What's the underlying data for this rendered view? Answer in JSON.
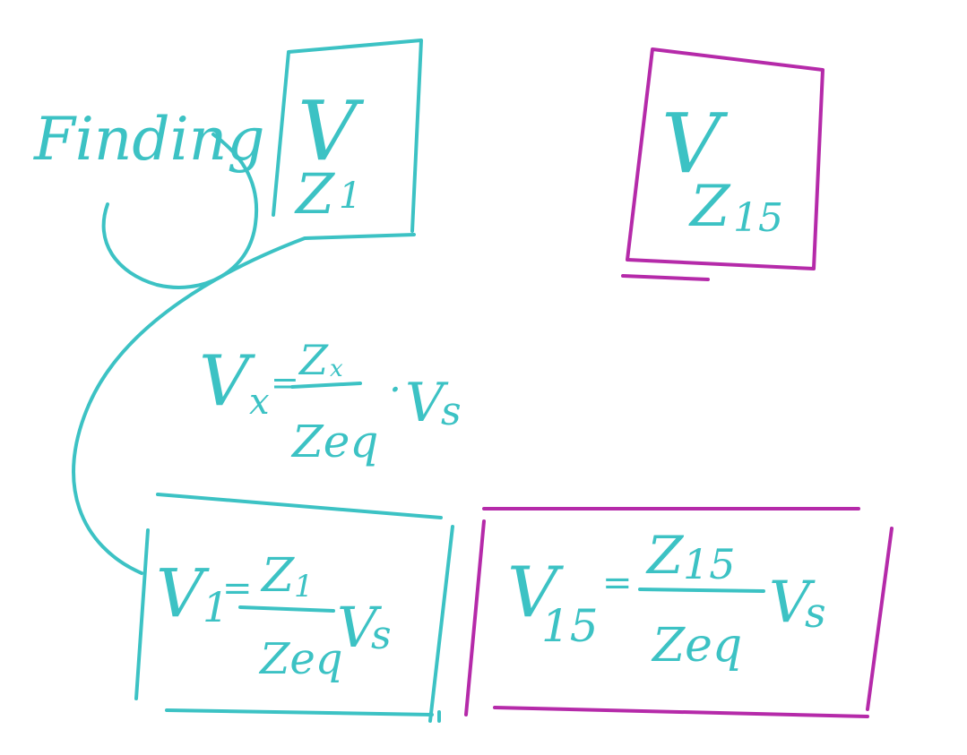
{
  "colors": {
    "teal": "#3cc2c4",
    "magenta": "#b52aa9",
    "background": "#ffffff"
  },
  "heading": {
    "text": "Finding"
  },
  "box_v_z1": {
    "v": "V",
    "sub": "Z",
    "subsub": "1"
  },
  "box_v_z15": {
    "v": "V",
    "sub": "Z",
    "subsub": "15"
  },
  "general_formula": {
    "lhs_v": "V",
    "lhs_sub": "x",
    "equals": "=",
    "num_z": "Z",
    "num_sub": "x",
    "den": "Zeq",
    "times": "·",
    "rhs_v": "V",
    "rhs_sub": "s"
  },
  "formula_v1": {
    "lhs_v": "V",
    "lhs_sub": "1",
    "equals": "=",
    "num_z": "Z",
    "num_sub": "1",
    "den": "Zeq",
    "rhs_v": "V",
    "rhs_sub": "s"
  },
  "formula_v15": {
    "lhs_v": "V",
    "lhs_sub": "15",
    "equals": "=",
    "num_z": "Z",
    "num_sub": "15",
    "den": "Zeq",
    "rhs_v": "V",
    "rhs_sub": "s"
  }
}
